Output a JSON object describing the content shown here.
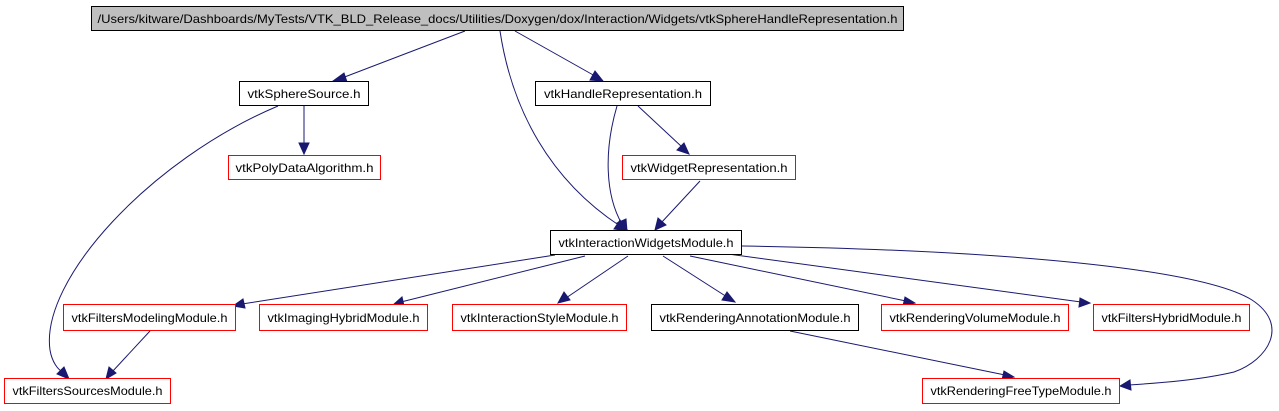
{
  "colors": {
    "root_fill": "#bfbfbf",
    "node_border": "#000000",
    "missing_node_border": "#ff0000",
    "edge": "#191970",
    "background": "#ffffff"
  },
  "nodes": {
    "root": "/Users/kitware/Dashboards/MyTests/VTK_BLD_Release_docs/Utilities/Doxygen/dox/Interaction/Widgets/vtkSphereHandleRepresentation.h",
    "sphere_source": "vtkSphereSource.h",
    "handle_representation": "vtkHandleRepresentation.h",
    "poly_data_algorithm": "vtkPolyDataAlgorithm.h",
    "widget_representation": "vtkWidgetRepresentation.h",
    "interaction_widgets_module": "vtkInteractionWidgetsModule.h",
    "filters_modeling_module": "vtkFiltersModelingModule.h",
    "imaging_hybrid_module": "vtkImagingHybridModule.h",
    "interaction_style_module": "vtkInteractionStyleModule.h",
    "rendering_annotation_module": "vtkRenderingAnnotationModule.h",
    "rendering_volume_module": "vtkRenderingVolumeModule.h",
    "filters_hybrid_module": "vtkFiltersHybridModule.h",
    "filters_sources_module": "vtkFiltersSourcesModule.h",
    "rendering_freetype_module": "vtkRenderingFreeTypeModule.h"
  }
}
